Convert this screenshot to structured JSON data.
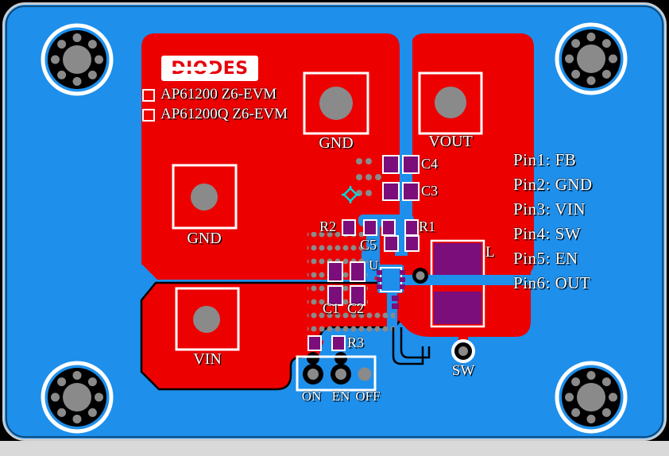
{
  "logo": {
    "text": "DIODES"
  },
  "variants": {
    "option1": "AP61200 Z6-EVM",
    "option2": "AP61200Q Z6-EVM"
  },
  "pads": {
    "gnd_top": "GND",
    "gnd_left": "GND",
    "vout": "VOUT",
    "vin": "VIN",
    "sw": "SW"
  },
  "refdes": {
    "c1": "C1",
    "c2": "C2",
    "c3": "C3",
    "c4": "C4",
    "c5": "C5",
    "r1": "R1",
    "r2": "R2",
    "r3": "R3",
    "u": "U",
    "l": "L"
  },
  "jumper": {
    "on": "ON",
    "en": "EN",
    "off": "OFF"
  },
  "pinout": {
    "pins": [
      "Pin1: FB",
      "Pin2: GND",
      "Pin3: VIN",
      "Pin4: SW",
      "Pin5: EN",
      "Pin6: OUT"
    ]
  },
  "colors": {
    "board_blue": "#1E8FEB",
    "copper_red": "#ED0000",
    "pad_purple": "#7B0E7B",
    "drill_gray": "#8A8A8A",
    "silk_white": "#FFFFFF",
    "marker_cyan": "#00D8D8",
    "outer_background": "#000000",
    "table_gray": "#D9D9D9"
  }
}
